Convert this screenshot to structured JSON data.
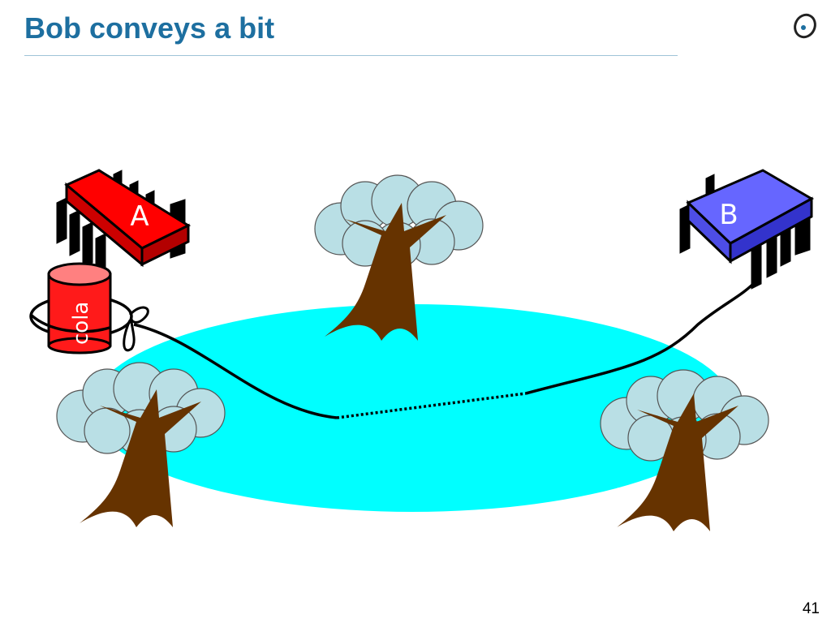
{
  "slide": {
    "title": "Bob conveys a bit",
    "page_number": "41"
  },
  "diagram": {
    "chip_a_label": "A",
    "chip_b_label": "B",
    "can_label": "cola"
  },
  "colors": {
    "title": "#1d6fa0",
    "pond": "#00ffff",
    "cloud": "#b9dfe5",
    "trunk": "#663300",
    "chip_a": "#ff0000",
    "chip_b": "#6666ff",
    "can": "#ff1a1a"
  }
}
